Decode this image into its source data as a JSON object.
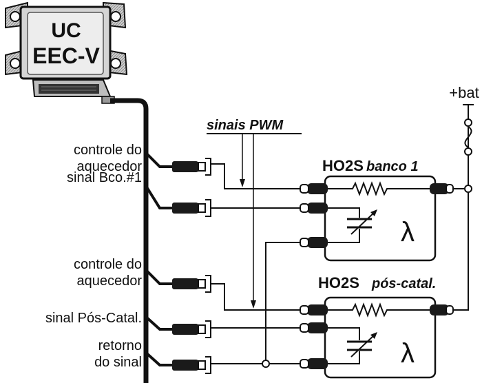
{
  "ecu": {
    "title_line1": "UC",
    "title_line2": "EEC-V"
  },
  "labels": {
    "pwm": "sinais PWM",
    "bat": "+bat",
    "heater_ctrl_1_line1": "controle do",
    "heater_ctrl_1_line2": "aquecedor",
    "signal_bank1": "sinal Bco.#1",
    "heater_ctrl_2_line1": "controle do",
    "heater_ctrl_2_line2": "aquecedor",
    "signal_post_cat": "sinal Pós-Catal.",
    "return_line1": "retorno",
    "return_line2": "do sinal"
  },
  "sensors": {
    "sensor1_name": "HO2S",
    "sensor1_sub": "banco 1",
    "sensor2_name": "HO2S",
    "sensor2_sub": "pós-catal.",
    "lambda_symbol": "λ"
  },
  "colors": {
    "ink": "#111111",
    "ecu_fill": "#d9d9d9",
    "ecu_dark": "#9a9a9a"
  }
}
